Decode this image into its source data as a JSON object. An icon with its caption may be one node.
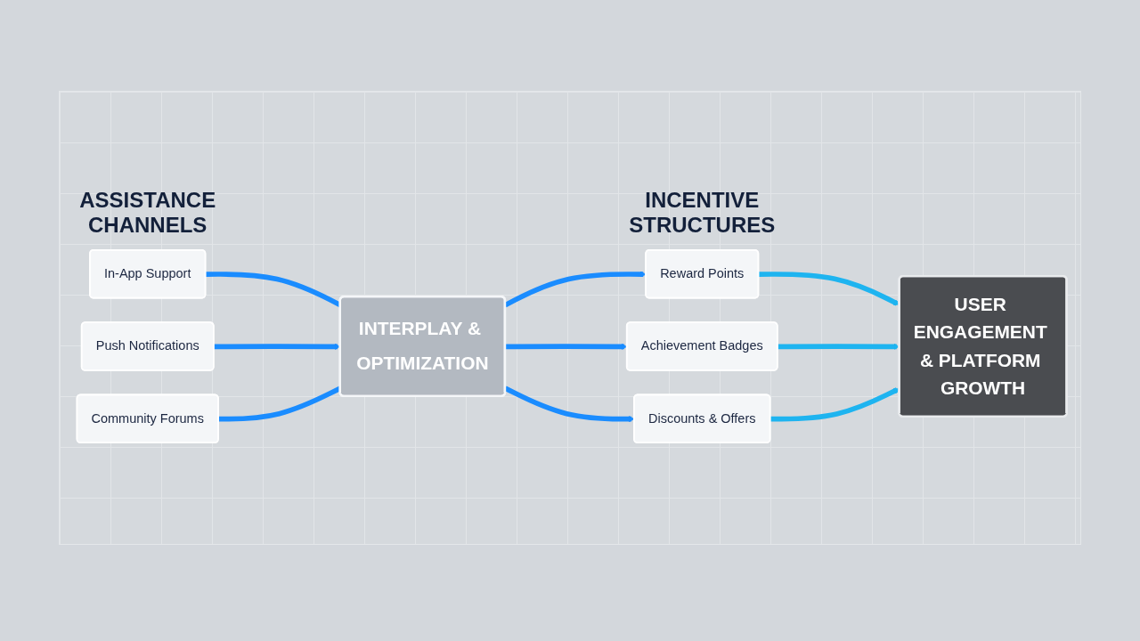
{
  "diagram": {
    "nodes": [
      {
        "text": [
          "In-App Support"
        ]
      },
      {
        "text": [
          "Push Notifications"
        ]
      },
      {
        "text": [
          "Community Forums"
        ]
      },
      {
        "text": [
          "INTERPLAY & OPTIMIZATION"
        ]
      },
      {
        "text": [
          "Reward Points"
        ]
      },
      {
        "text": [
          "Achievement Badges"
        ]
      },
      {
        "text": [
          "Discounts & Offers"
        ]
      },
      {
        "text": [
          "USER ENGAGEMENT & PLATFORM GROWTH"
        ]
      }
    ],
    "edges": [
      {
        "from": 0,
        "to": 3,
        "arrow": "none"
      },
      {
        "from": 1,
        "to": 3,
        "arrow": "to"
      },
      {
        "from": 2,
        "to": 3,
        "arrow": "none"
      },
      {
        "from": 3,
        "to": 4,
        "arrow": "to"
      },
      {
        "from": 3,
        "to": 5,
        "arrow": "to"
      },
      {
        "from": 3,
        "to": 6,
        "arrow": "to"
      },
      {
        "from": 4,
        "to": 7,
        "arrow": "to",
        "color": "#1eb4f0"
      },
      {
        "from": 5,
        "to": 7,
        "arrow": "to",
        "color": "#1eb4f0"
      },
      {
        "from": 6,
        "to": 7,
        "arrow": "to",
        "color": "#1eb4f0"
      }
    ],
    "labels": [
      "ASSISTANCE CHANNELS",
      "INCENTIVE STRUCTURES"
    ]
  }
}
